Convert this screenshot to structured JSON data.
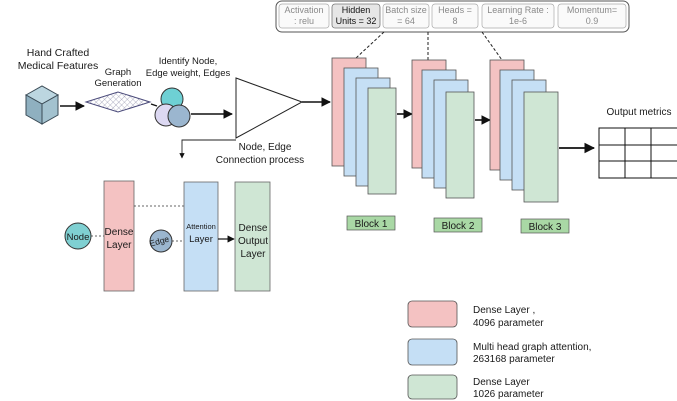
{
  "params": [
    {
      "line1": "Activation",
      "line2": ": relu",
      "active": false
    },
    {
      "line1": "Hidden",
      "line2": "Units = 32",
      "active": true
    },
    {
      "line1": "Batch size",
      "line2": "= 64",
      "active": false
    },
    {
      "line1": "Heads =",
      "line2": "8",
      "active": false
    },
    {
      "line1": "Learning Rate :",
      "line2": "1e-6",
      "active": false
    },
    {
      "line1": "Momentum=",
      "line2": "0.9",
      "active": false
    }
  ],
  "input": {
    "title_line1": "Hand Crafted",
    "title_line2": "Medical Features",
    "graph_gen_line1": "Graph",
    "graph_gen_line2": "Generation",
    "identify_line1": "Identify Node,",
    "identify_line2": "Edge weight, Edges",
    "process_line1": "Node, Edge",
    "process_line2": "Connection process"
  },
  "blocks": [
    {
      "label": "Block 1"
    },
    {
      "label": "Block 2"
    },
    {
      "label": "Block 3"
    }
  ],
  "output": {
    "title": "Output metrics"
  },
  "detail": {
    "node": "Node",
    "edge": "Edge",
    "dense_line1": "Dense",
    "dense_line2": "Layer",
    "attention_line1": "Attention",
    "attention_line2": "Layer",
    "dense_out_line1": "Dense",
    "dense_out_line2": "Output",
    "dense_out_line3": "Layer"
  },
  "legend": [
    {
      "line1": "Dense Layer ,",
      "line2": "4096 parameter",
      "color": "#f4c2c2"
    },
    {
      "line1": "Multi head graph attention,",
      "line2": "263168 parameter",
      "color": "#c5dff5"
    },
    {
      "line1": "Dense Layer",
      "line2": "1026 parameter",
      "color": "#cfe6d4"
    }
  ],
  "colors": {
    "dense": "#f4c2c2",
    "attention": "#c5dff5",
    "output": "#cfe6d4",
    "block_label_bg": "#a9d8a5",
    "node": "#7fd0d2"
  }
}
